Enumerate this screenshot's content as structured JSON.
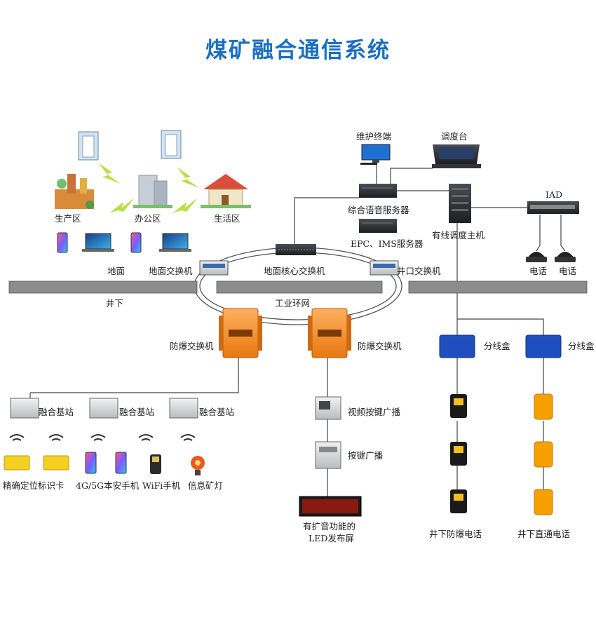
{
  "title": "煤矿融合通信系统",
  "layers": {
    "surface": "地面",
    "underground": "井下"
  },
  "zones": {
    "production": "生产区",
    "office": "办公区",
    "living": "生活区"
  },
  "devices": {
    "maintenance_terminal": "维护终端",
    "dispatch_console": "调度台",
    "voice_server": "综合语音服务器",
    "epc_ims_server": "EPC、IMS服务器",
    "wired_dispatch_host": "有线调度主机",
    "iad": "IAD",
    "phone_1": "电话",
    "phone_2": "电话",
    "surface_switch": "地面交换机",
    "core_switch": "地面核心交换机",
    "shaft_switch": "井口交换机",
    "ring_network": "工业环网",
    "explosion_switch_1": "防爆交换机",
    "explosion_switch_2": "防爆交换机",
    "junction_box_1": "分线盒",
    "junction_box_2": "分线盒",
    "base_station_1": "融合基站",
    "base_station_2": "融合基站",
    "base_station_3": "融合基站",
    "video_broadcast": "视频按键广播",
    "key_broadcast": "按键广播",
    "led_screen_line1": "有扩音功能的",
    "led_screen_line2": "LED发布屏",
    "explosion_phone": "井下防爆电话",
    "direct_phone": "井下直通电话"
  },
  "terminals": {
    "location_card": "精确定位标识卡",
    "phone_4g5g": "4G/5G本安手机",
    "wifi_phone": "WiFi手机",
    "mine_lamp": "信息矿灯"
  },
  "colors": {
    "title": "#1b6fc2",
    "ground_bar": "#8c8c8c",
    "explosion_switch": "#f08a24",
    "junction_box": "#1f4fbf",
    "direct_phone": "#f5a000",
    "wireless_bolt": "#b8e04a"
  }
}
